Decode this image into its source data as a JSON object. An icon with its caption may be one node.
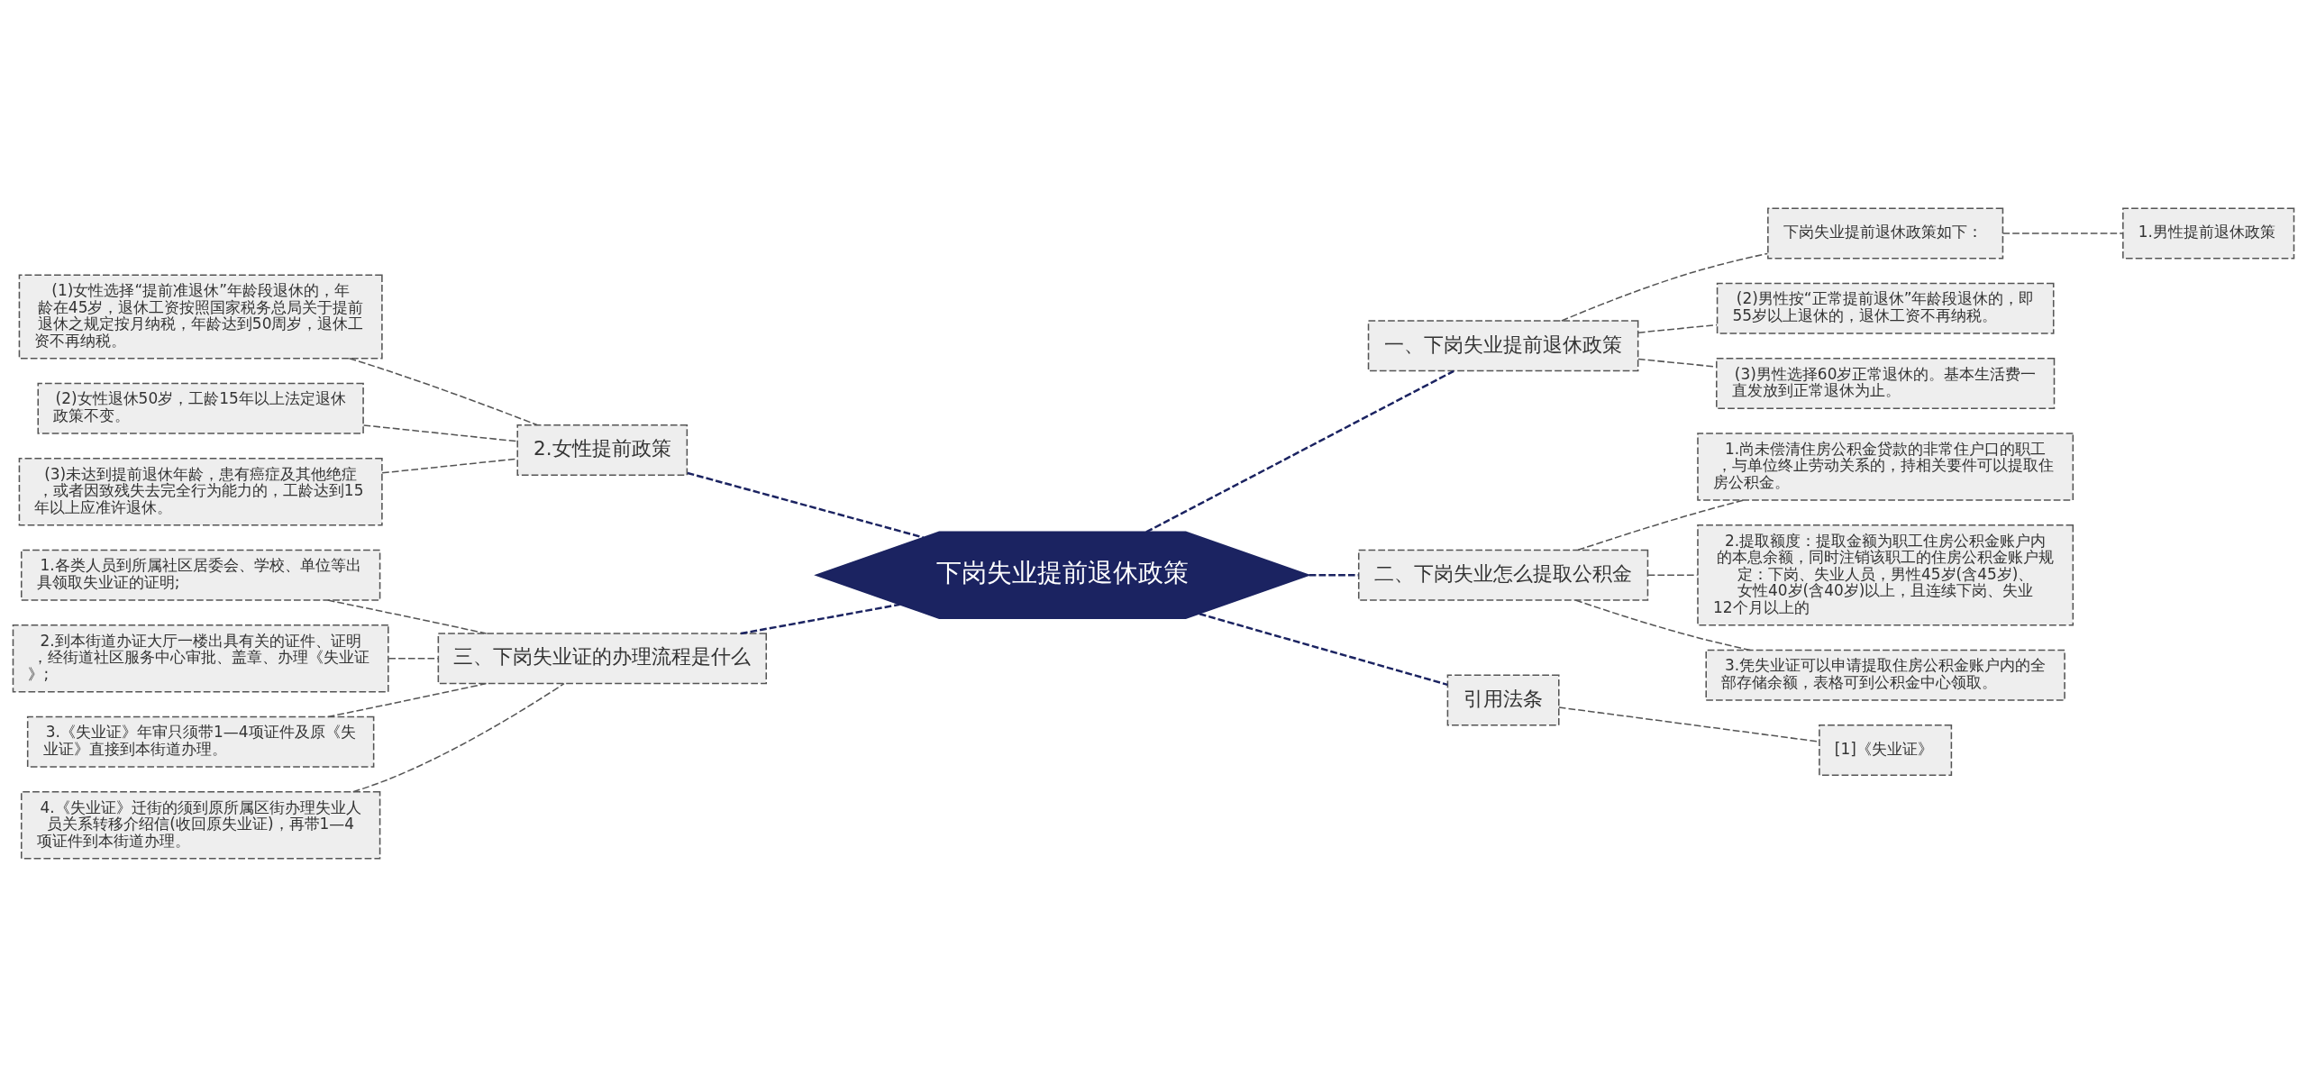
{
  "diagram": {
    "nodes": [
      {
        "text": [
          "下岗失业提前退休政策"
        ]
      },
      {
        "text": [
          "一、下岗失业提前退休政策"
        ]
      },
      {
        "text": [
          "下岗失业提前退休政策如下："
        ]
      },
      {
        "text": [
          "1.男性提前退休政策"
        ]
      },
      {
        "text": [
          "(2)男性按“正常提前退休”年龄段退休的，即55岁以上退休的，退休工资不再纳税。"
        ]
      },
      {
        "text": [
          "(3)男性选择60岁正常退休的。基本生活费一直发放到正常退休为止。"
        ]
      },
      {
        "text": [
          "二、下岗失业怎么提取公积金"
        ]
      },
      {
        "text": [
          "1.尚未偿清住房公积金贷款的非常住户口的职工，与单位终止劳动关系的，持相关要件可以提取住房公积金。"
        ]
      },
      {
        "text": [
          "2.提取额度：提取金额为职工住房公积金账户内的本息余额，同时注销该职工的住房公积金账户规定：下岗、失业人员，男性45岁(含45岁)、女性40岁(含40岁)以上，且连续下岗、失业12个月以上的"
        ]
      },
      {
        "text": [
          "3.凭失业证可以申请提取住房公积金账户内的全部存储余额，表格可到公积金中心领取。"
        ]
      },
      {
        "text": [
          "引用法条"
        ]
      },
      {
        "text": [
          "[1]《失业证》"
        ]
      },
      {
        "text": [
          "2.女性提前政策"
        ]
      },
      {
        "text": [
          "(1)女性选择“提前准退休”年龄段退休的，年龄在45岁，退休工资按照国家税务总局关于提前退休之规定按月纳税，年龄达到50周岁，退休工资不再纳税。"
        ]
      },
      {
        "text": [
          "(2)女性退休50岁，工龄15年以上法定退休政策不变。"
        ]
      },
      {
        "text": [
          "(3)未达到提前退休年龄，患有癌症及其他绝症，或者因致残失去完全行为能力的，工龄达到15年以上应准许退休。"
        ]
      },
      {
        "text": [
          "三、下岗失业证的办理流程是什么"
        ]
      },
      {
        "text": [
          "1.各类人员到所属社区居委会、学校、单位等出具领取失业证的证明;"
        ]
      },
      {
        "text": [
          "2.到本街道办证大厅一楼出具有关的证件、证明，经街道社区服务中心审批、盖章、办理《失业证》;"
        ]
      },
      {
        "text": [
          "3.《失业证》年审只须带1—4项证件及原《失业证》直接到本街道办理。"
        ]
      },
      {
        "text": [
          "4.《失业证》迁街的须到原所属区街办理失业人员关系转移介绍信(收回原失业证)，再带1—4项证件到本街道办理。"
        ]
      }
    ],
    "edges": [
      {
        "from": 0,
        "to": 1,
        "arrow": "none",
        "style": "dashed",
        "color": "#1b2361"
      },
      {
        "from": 1,
        "to": 2,
        "arrow": "none",
        "style": "dashed"
      },
      {
        "from": 2,
        "to": 3,
        "arrow": "none",
        "style": "dashed"
      },
      {
        "from": 1,
        "to": 4,
        "arrow": "none",
        "style": "dashed"
      },
      {
        "from": 1,
        "to": 5,
        "arrow": "none",
        "style": "dashed"
      },
      {
        "from": 0,
        "to": 6,
        "arrow": "none",
        "style": "dashed",
        "color": "#1b2361"
      },
      {
        "from": 6,
        "to": 7,
        "arrow": "none",
        "style": "dashed"
      },
      {
        "from": 6,
        "to": 8,
        "arrow": "none",
        "style": "dashed"
      },
      {
        "from": 6,
        "to": 9,
        "arrow": "none",
        "style": "dashed"
      },
      {
        "from": 0,
        "to": 10,
        "arrow": "none",
        "style": "dashed",
        "color": "#1b2361"
      },
      {
        "from": 10,
        "to": 11,
        "arrow": "none",
        "style": "dashed"
      },
      {
        "from": 0,
        "to": 12,
        "arrow": "none",
        "style": "dashed",
        "color": "#1b2361"
      },
      {
        "from": 12,
        "to": 13,
        "arrow": "none",
        "style": "dashed"
      },
      {
        "from": 12,
        "to": 14,
        "arrow": "none",
        "style": "dashed"
      },
      {
        "from": 12,
        "to": 15,
        "arrow": "none",
        "style": "dashed"
      },
      {
        "from": 0,
        "to": 16,
        "arrow": "none",
        "style": "dashed",
        "color": "#1b2361"
      },
      {
        "from": 16,
        "to": 17,
        "arrow": "none",
        "style": "dashed"
      },
      {
        "from": 16,
        "to": 18,
        "arrow": "none",
        "style": "dashed"
      },
      {
        "from": 16,
        "to": 19,
        "arrow": "none",
        "style": "dashed"
      },
      {
        "from": 16,
        "to": 20,
        "arrow": "none",
        "style": "dashed"
      }
    ]
  }
}
